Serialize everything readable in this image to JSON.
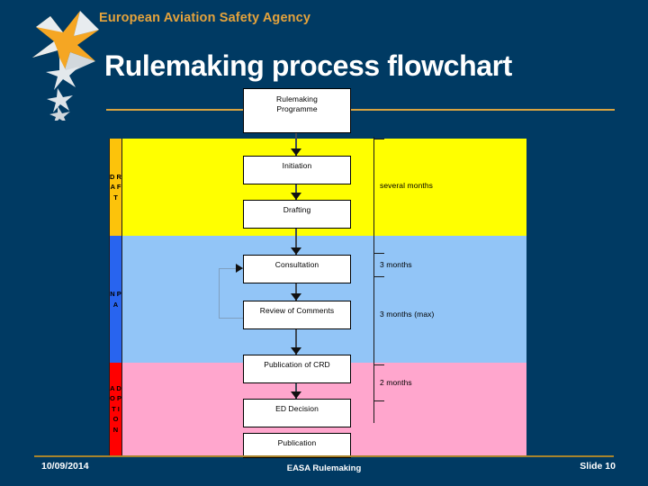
{
  "slide": {
    "organization": "European Aviation Safety Agency",
    "title": "Rulemaking process flowchart"
  },
  "logo": {
    "name": "easa-star-bird-logo",
    "primary_color": "#f5a623",
    "secondary_color": "#d8dde2"
  },
  "colors": {
    "background": "#003a63",
    "accent_rule": "#d9a441",
    "org_text": "#e5a33c",
    "draft_band": "#ffff00",
    "draft_stripe": "#fcc30b",
    "npa_band": "#92c5f7",
    "npa_stripe": "#2864ef",
    "adoption_band": "#ffa6cd",
    "adoption_stripe": "#ff0000",
    "box_fill": "#ffffff",
    "box_border": "#000000"
  },
  "phases": [
    {
      "id": "draft",
      "label": "D R A F T"
    },
    {
      "id": "npa",
      "label": "N P A"
    },
    {
      "id": "adoption",
      "label": "A D O P T I O N"
    }
  ],
  "flow_boxes": [
    {
      "id": "programme",
      "label": "Rulemaking\nProgramme"
    },
    {
      "id": "initiation",
      "label": "Initiation"
    },
    {
      "id": "drafting",
      "label": "Drafting"
    },
    {
      "id": "consultation",
      "label": "Consultation"
    },
    {
      "id": "review",
      "label": "Review of Comments"
    },
    {
      "id": "crd",
      "label": "Publication of CRD"
    },
    {
      "id": "ed_decision",
      "label": "ED Decision"
    },
    {
      "id": "publication",
      "label": "Publication"
    }
  ],
  "box_labels": {
    "programme_line1": "Rulemaking",
    "programme_line2": "Programme",
    "initiation": "Initiation",
    "drafting": "Drafting",
    "consultation": "Consultation",
    "review": "Review of Comments",
    "crd": "Publication of CRD",
    "ed_decision": "ED Decision",
    "publication": "Publication"
  },
  "timeline": {
    "durations": [
      {
        "id": "draft_duration",
        "label": "several months"
      },
      {
        "id": "npa_consult",
        "label": "3 months"
      },
      {
        "id": "npa_review",
        "label": "3 months (max)"
      },
      {
        "id": "adoption",
        "label": "2 months"
      }
    ],
    "labels": {
      "several_months": "several months",
      "three_months": "3 months",
      "three_months_max": "3 months (max)",
      "two_months": "2 months"
    }
  },
  "footer": {
    "date": "10/09/2014",
    "center": "EASA Rulemaking",
    "slide_number": "Slide 10"
  },
  "chart_data": {
    "type": "diagram",
    "title": "Rulemaking process flowchart",
    "nodes": [
      "Rulemaking Programme",
      "Initiation",
      "Drafting",
      "Consultation",
      "Review of Comments",
      "Publication of CRD",
      "ED Decision",
      "Publication"
    ],
    "edges": [
      [
        "Rulemaking Programme",
        "Initiation"
      ],
      [
        "Initiation",
        "Drafting"
      ],
      [
        "Drafting",
        "Consultation"
      ],
      [
        "Consultation",
        "Review of Comments"
      ],
      [
        "Review of Comments",
        "Consultation"
      ],
      [
        "Review of Comments",
        "Publication of CRD"
      ],
      [
        "Publication of CRD",
        "ED Decision"
      ]
    ],
    "phase_bands": [
      {
        "phase": "DRAFT",
        "nodes": [
          "Initiation",
          "Drafting"
        ],
        "duration": "several months"
      },
      {
        "phase": "NPA",
        "nodes": [
          "Consultation",
          "Review of Comments",
          "Publication of CRD"
        ],
        "duration": "3 months / 3 months (max)"
      },
      {
        "phase": "ADOPTION",
        "nodes": [
          "ED Decision",
          "Publication"
        ],
        "duration": "2 months"
      }
    ]
  }
}
